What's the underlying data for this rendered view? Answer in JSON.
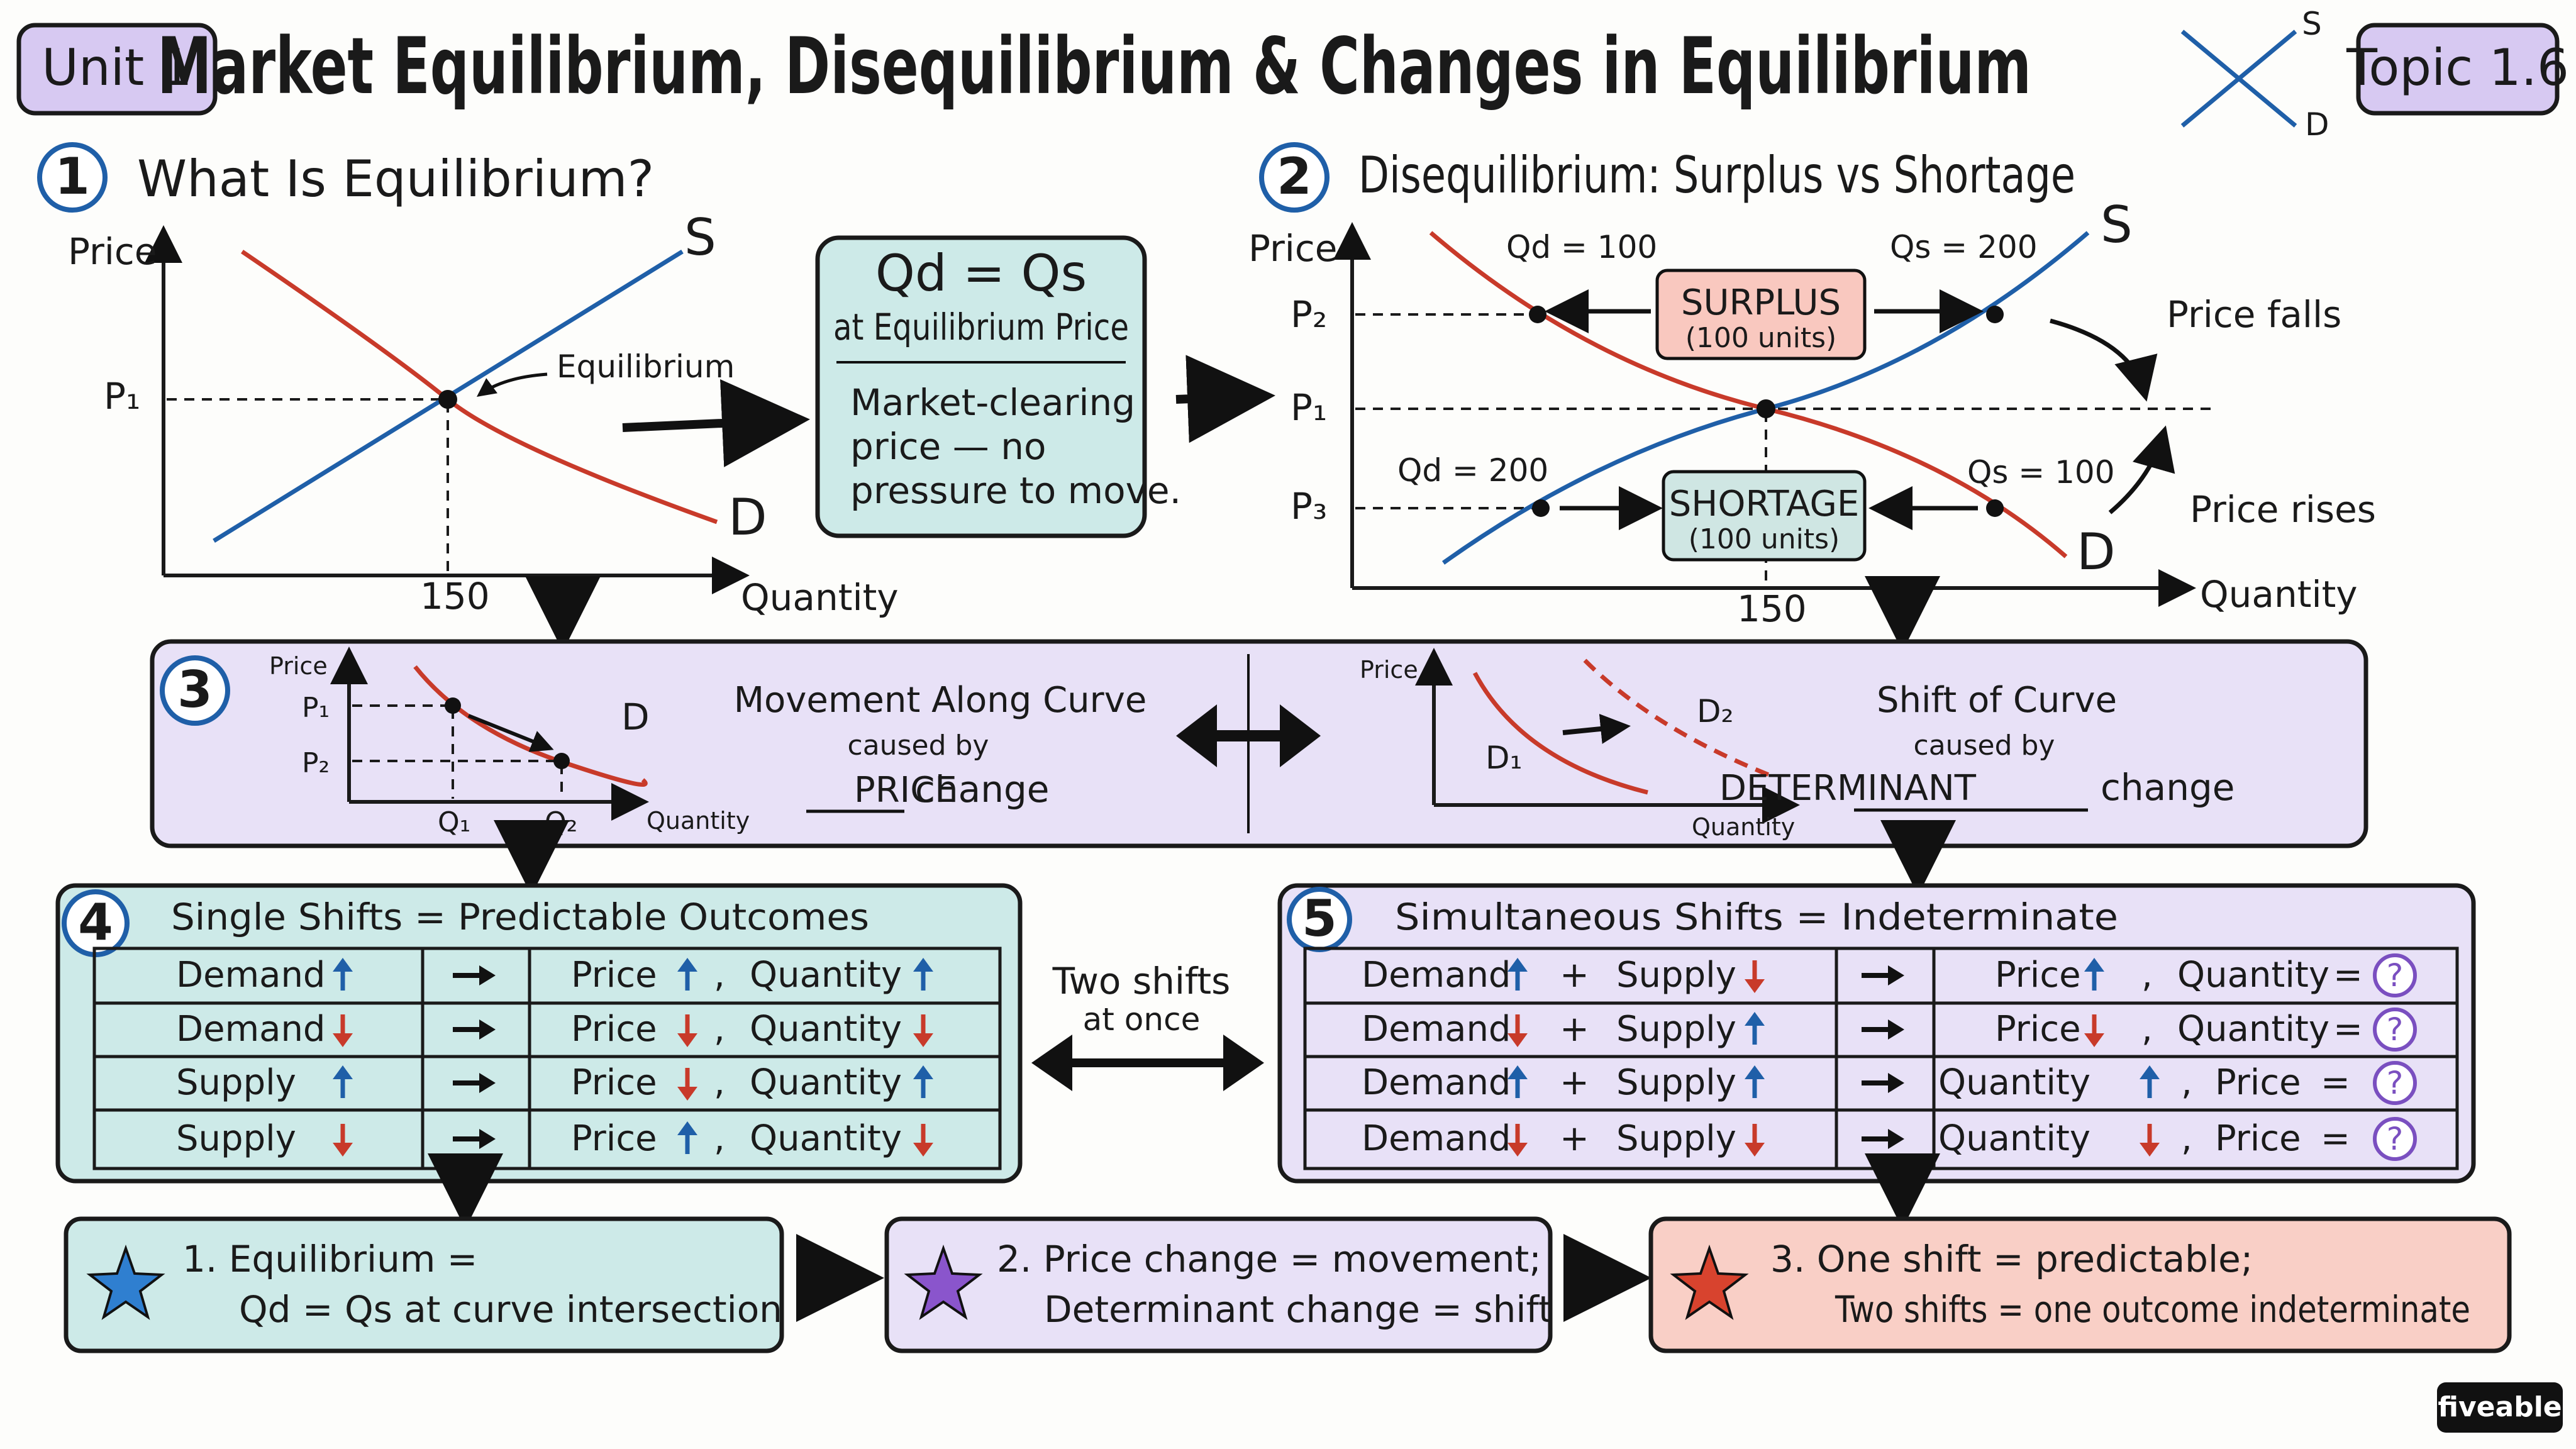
{
  "header": {
    "unit_badge": "Unit 1",
    "title": "Market Equilibrium, Disequilibrium & Changes in Equilibrium",
    "topic_badge": "Topic 1.6",
    "logo_s": "S",
    "logo_d": "D"
  },
  "section1": {
    "num": "1",
    "heading": "What Is Equilibrium?",
    "graph": {
      "y_label": "Price",
      "x_label": "Quantity",
      "p1": "P₁",
      "q": "150",
      "eq_label": "Equilibrium",
      "s": "S",
      "d": "D"
    },
    "box": {
      "line1": "Qd = Qs",
      "line2": "at Equilibrium Price",
      "body": [
        "Market-clearing",
        "price — no",
        "pressure to move."
      ]
    }
  },
  "section2": {
    "num": "2",
    "heading": "Disequilibrium: Surplus vs Shortage",
    "graph": {
      "y_label": "Price",
      "x_label": "Quantity",
      "p2": "P₂",
      "p1": "P₁",
      "p3": "P₃",
      "q": "150",
      "qd_top": "Qd = 100",
      "qs_top": "Qs = 200",
      "qd_bottom": "Qd = 200",
      "qs_bottom": "Qs = 100",
      "surplus": "SURPLUS",
      "surplus_units": "(100 units)",
      "shortage": "SHORTAGE",
      "shortage_units": "(100 units)",
      "price_falls": "Price falls",
      "price_rises": "Price rises",
      "s": "S",
      "d": "D"
    }
  },
  "section3": {
    "num": "3",
    "left": {
      "y_label": "Price",
      "x_label": "Quantity",
      "p1": "P₁",
      "p2": "P₂",
      "q1": "Q₁",
      "q2": "Q₂",
      "d": "D",
      "title": "Movement Along Curve",
      "caused": "caused by",
      "keyword": "PRICE",
      "tail": "change"
    },
    "right": {
      "y_label": "Price",
      "x_label": "Quantity",
      "d1": "D₁",
      "d2": "D₂",
      "title": "Shift of Curve",
      "caused": "caused by",
      "keyword": "DETERMINANT",
      "tail": "change"
    }
  },
  "section4": {
    "num": "4",
    "heading": "Single Shifts = Predictable Outcomes",
    "rows": [
      {
        "cause": "Demand",
        "cause_dir": "up",
        "price_dir": "up",
        "qty_dir": "up"
      },
      {
        "cause": "Demand",
        "cause_dir": "down",
        "price_dir": "down",
        "qty_dir": "down"
      },
      {
        "cause": "Supply",
        "cause_dir": "up",
        "price_dir": "down",
        "qty_dir": "up"
      },
      {
        "cause": "Supply",
        "cause_dir": "down",
        "price_dir": "up",
        "qty_dir": "down"
      }
    ],
    "price_word": "Price",
    "qty_word": "Quantity"
  },
  "middle": {
    "two_shifts": "Two shifts",
    "at_once": "at once"
  },
  "section5": {
    "num": "5",
    "heading": "Simultaneous Shifts = Indeterminate",
    "rows": [
      {
        "demand_dir": "up",
        "supply_dir": "down",
        "first": "Price",
        "first_dir": "up",
        "second": "Quantity"
      },
      {
        "demand_dir": "down",
        "supply_dir": "up",
        "first": "Price",
        "first_dir": "down",
        "second": "Quantity"
      },
      {
        "demand_dir": "up",
        "supply_dir": "up",
        "first": "Quantity",
        "first_dir": "up",
        "second": "Price"
      },
      {
        "demand_dir": "down",
        "supply_dir": "down",
        "first": "Quantity",
        "first_dir": "down",
        "second": "Price"
      }
    ],
    "demand_word": "Demand",
    "supply_word": "Supply",
    "question": "?"
  },
  "summary": [
    {
      "line1": "1.  Equilibrium =",
      "line2": "Qd = Qs at curve intersection"
    },
    {
      "line1": "2.  Price change = movement;",
      "line2": "Determinant change = shift"
    },
    {
      "line1": "3.  One shift = predictable;",
      "line2": "Two shifts = one outcome indeterminate"
    }
  ],
  "brand": "fiveable",
  "colors": {
    "demand_red": "#c83a2a",
    "supply_blue": "#1f5fa8",
    "teal_bg": "#cdeae8",
    "lavender_bg": "#e8e1f7",
    "surplus_bg": "#f9c8bf",
    "shortage_bg": "#cfe6e3",
    "summary_red_bg": "#f9cfc6",
    "star_blue": "#2f7fd0",
    "star_purple": "#8a55cc",
    "star_red": "#d8432e"
  }
}
